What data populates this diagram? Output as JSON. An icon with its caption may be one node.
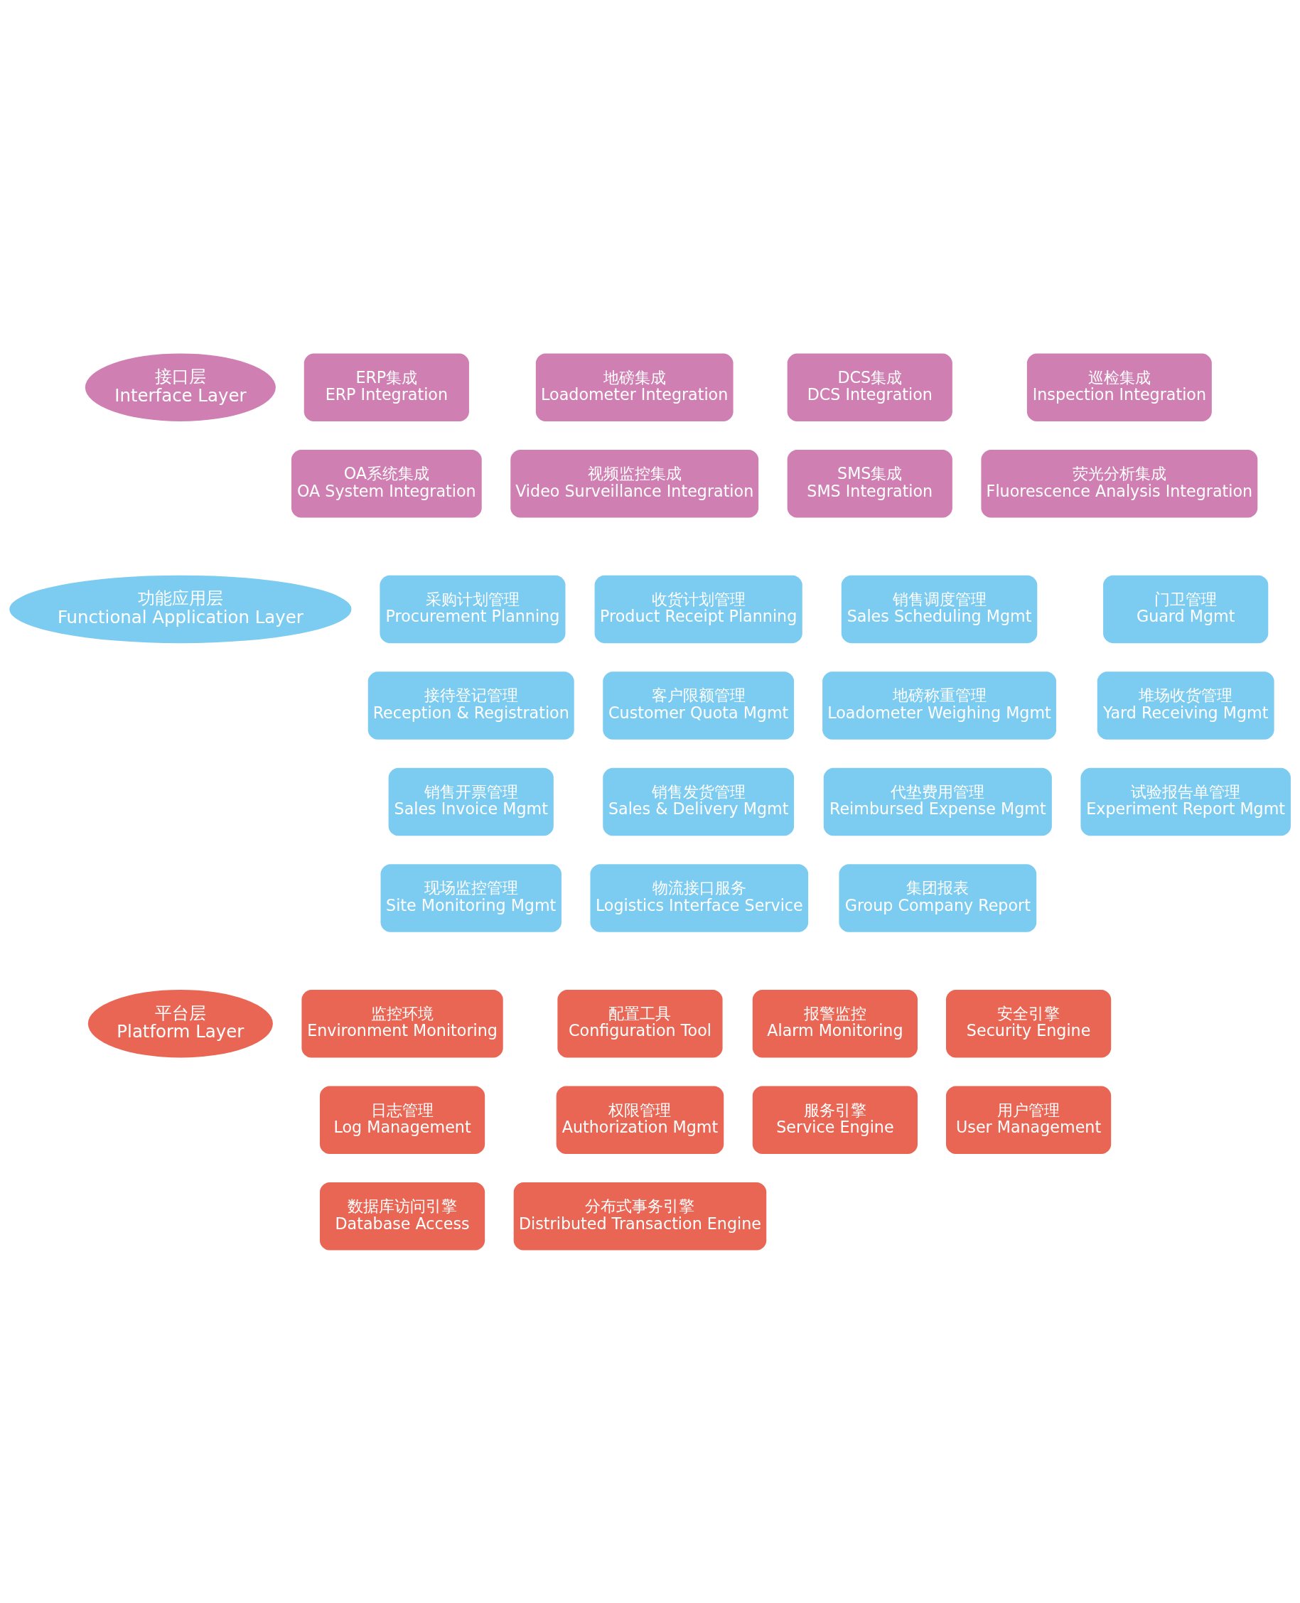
{
  "diagram": {
    "nodes": [
      {
        "text": [
          "接口层",
          "Interface Layer"
        ]
      },
      {
        "text": [
          "ERP集成",
          "ERP Integration"
        ]
      },
      {
        "text": [
          "地磅集成",
          "Loadometer Integration"
        ]
      },
      {
        "text": [
          "DCS集成",
          "DCS Integration"
        ]
      },
      {
        "text": [
          "巡检集成",
          "Inspection Integration"
        ]
      },
      {
        "text": [
          "OA系统集成",
          "OA System Integration"
        ]
      },
      {
        "text": [
          "视频监控集成",
          "Video Surveillance Integration"
        ]
      },
      {
        "text": [
          "SMS集成",
          "SMS Integration"
        ]
      },
      {
        "text": [
          "荧光分析集成",
          "Fluorescence Analysis Integration"
        ]
      },
      {
        "text": [
          "功能应用层",
          "Functional Application Layer"
        ]
      },
      {
        "text": [
          "采购计划管理",
          "Procurement Planning"
        ]
      },
      {
        "text": [
          "收货计划管理",
          "Product Receipt Planning"
        ]
      },
      {
        "text": [
          "销售调度管理",
          "Sales Scheduling Mgmt"
        ]
      },
      {
        "text": [
          "门卫管理",
          "Guard Mgmt"
        ]
      },
      {
        "text": [
          "接待登记管理",
          "Reception & Registration"
        ]
      },
      {
        "text": [
          "客户限额管理",
          "Customer Quota Mgmt"
        ]
      },
      {
        "text": [
          "地磅称重管理",
          "Loadometer Weighing Mgmt"
        ]
      },
      {
        "text": [
          "堆场收货管理",
          "Yard Receiving Mgmt"
        ]
      },
      {
        "text": [
          "销售开票管理",
          "Sales Invoice Mgmt"
        ]
      },
      {
        "text": [
          "销售发货管理",
          "Sales & Delivery Mgmt"
        ]
      },
      {
        "text": [
          "代垫费用管理",
          "Reimbursed Expense Mgmt"
        ]
      },
      {
        "text": [
          "试验报告单管理",
          "Experiment Report Mgmt"
        ]
      },
      {
        "text": [
          "现场监控管理",
          "Site Monitoring Mgmt"
        ]
      },
      {
        "text": [
          "物流接口服务",
          "Logistics Interface Service"
        ]
      },
      {
        "text": [
          "集团报表",
          "Group Company Report"
        ]
      },
      {
        "text": [
          "平台层",
          "Platform Layer"
        ]
      },
      {
        "text": [
          "监控环境",
          "Environment Monitoring"
        ]
      },
      {
        "text": [
          "配置工具",
          "Configuration Tool"
        ]
      },
      {
        "text": [
          "报警监控",
          "Alarm Monitoring"
        ]
      },
      {
        "text": [
          "安全引擎",
          "Security Engine"
        ]
      },
      {
        "text": [
          "日志管理",
          "Log Management"
        ]
      },
      {
        "text": [
          "权限管理",
          "Authorization Mgmt"
        ]
      },
      {
        "text": [
          "服务引擎",
          "Service Engine"
        ]
      },
      {
        "text": [
          "用户管理",
          "User Management"
        ]
      },
      {
        "text": [
          "数据库访问引擎",
          "Database Access"
        ]
      },
      {
        "text": [
          "分布式事务引擎",
          "Distributed Transaction Engine"
        ]
      }
    ]
  }
}
